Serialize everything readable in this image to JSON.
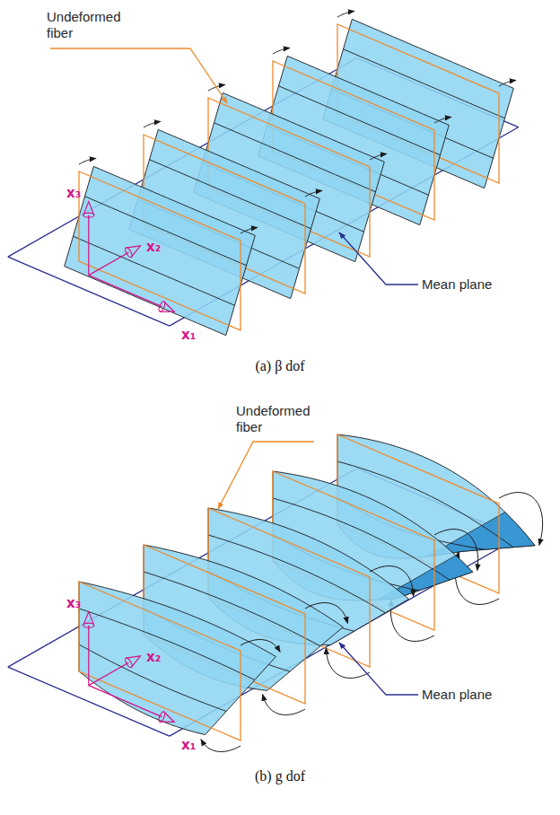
{
  "diagram": {
    "labels": [
      "Undeformed fiber",
      "x₃",
      "x₂",
      "x₁",
      "Mean plane",
      "(a) β dof",
      "Undeformed fiber",
      "x₃",
      "x₂",
      "x₁",
      "Mean plane",
      "(b) g dof"
    ]
  }
}
